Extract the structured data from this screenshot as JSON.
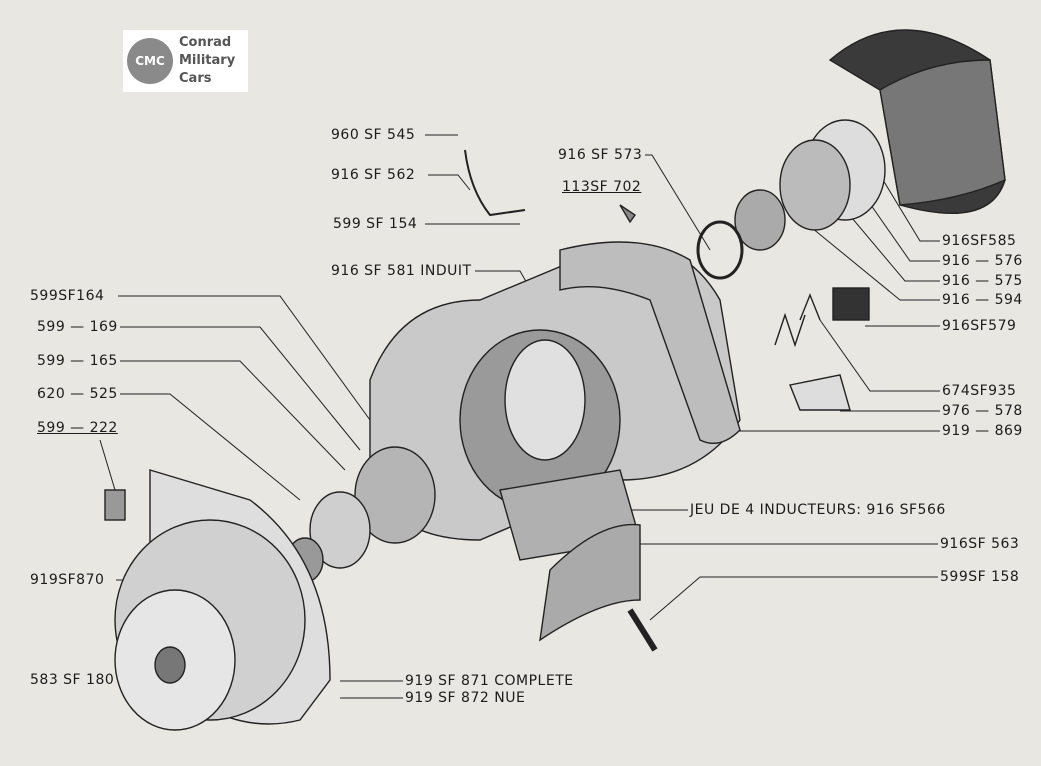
{
  "logo": {
    "seal": "CMC",
    "line1": "Conrad",
    "line2": "Military",
    "line3": "Cars"
  },
  "labels": {
    "l960sf545": "960 SF 545",
    "l916sf562": "916 SF 562",
    "l599sf154": "599 SF 154",
    "l113sf702": "113SF 702",
    "l916sf573": "916 SF 573",
    "l916sf581": "916 SF 581 INDUIT",
    "l599sf164": "599SF164",
    "l599_169": "599 — 169",
    "l599_165": "599 — 165",
    "l620_525": "620 — 525",
    "l599_222": "599 — 222",
    "l916sf585": "916SF585",
    "l916_576": "916 — 576",
    "l916_575": "916 — 575",
    "l916_594": "916 — 594",
    "l916sf579": "916SF579",
    "l674sf935": "674SF935",
    "l976_578": "976 — 578",
    "l919_869": "919 — 869",
    "inducteurs": "JEU  DE 4 INDUCTEURS: 916 SF566",
    "l916sf563": "916SF 563",
    "l599sf158": "599SF 158",
    "l919sf870": "919SF870",
    "l583sf180": "583 SF 180",
    "l919sf871": "919 SF 871  COMPLETE",
    "l919sf872": "919 SF 872  NUE"
  }
}
